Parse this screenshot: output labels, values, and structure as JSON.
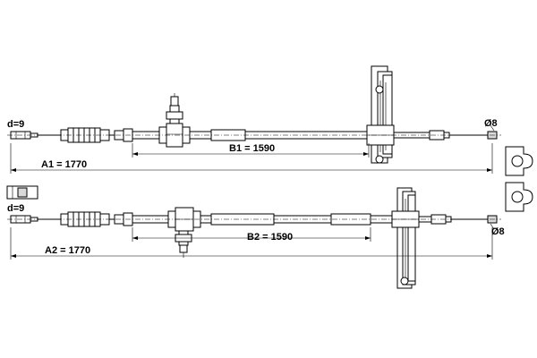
{
  "cable_top": {
    "end_left_label": "d=9",
    "end_right_label": "Ø8",
    "total_length_label": "A1 = 1770",
    "sheath_length_label": "B1 = 1590"
  },
  "cable_bottom": {
    "end_left_label": "d=9",
    "end_right_label": "Ø8",
    "total_length_label": "A2 = 1770",
    "sheath_length_label": "B2 = 1590"
  }
}
